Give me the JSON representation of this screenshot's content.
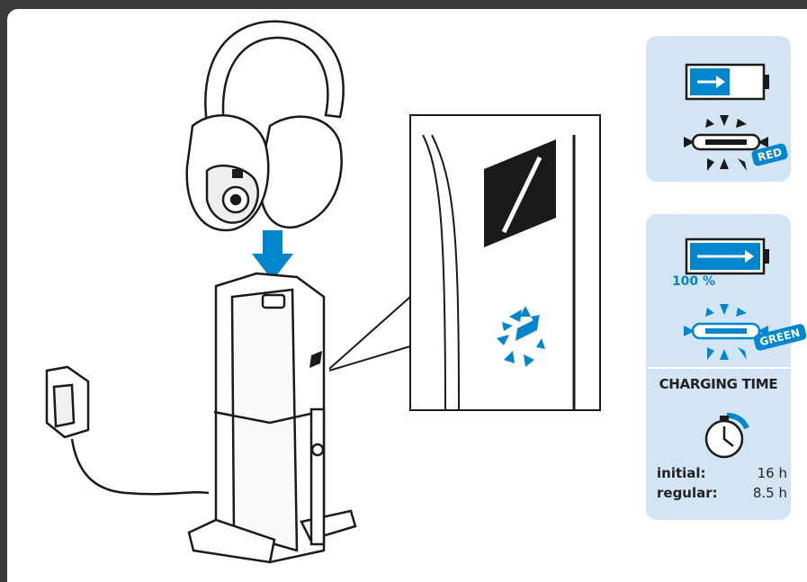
{
  "indicators": {
    "charging": {
      "led_color_label": "RED"
    },
    "charged": {
      "battery_percent": "100 %",
      "led_color_label": "GREEN"
    }
  },
  "charging_time": {
    "title": "CHARGING TIME",
    "initial_label": "initial:",
    "initial_value": "16 h",
    "regular_label": "regular:",
    "regular_value": "8.5 h"
  },
  "colors": {
    "accent_blue": "#0086cc",
    "panel_bg": "#d3e5f4",
    "frame_bg": "#3a3a3a"
  }
}
